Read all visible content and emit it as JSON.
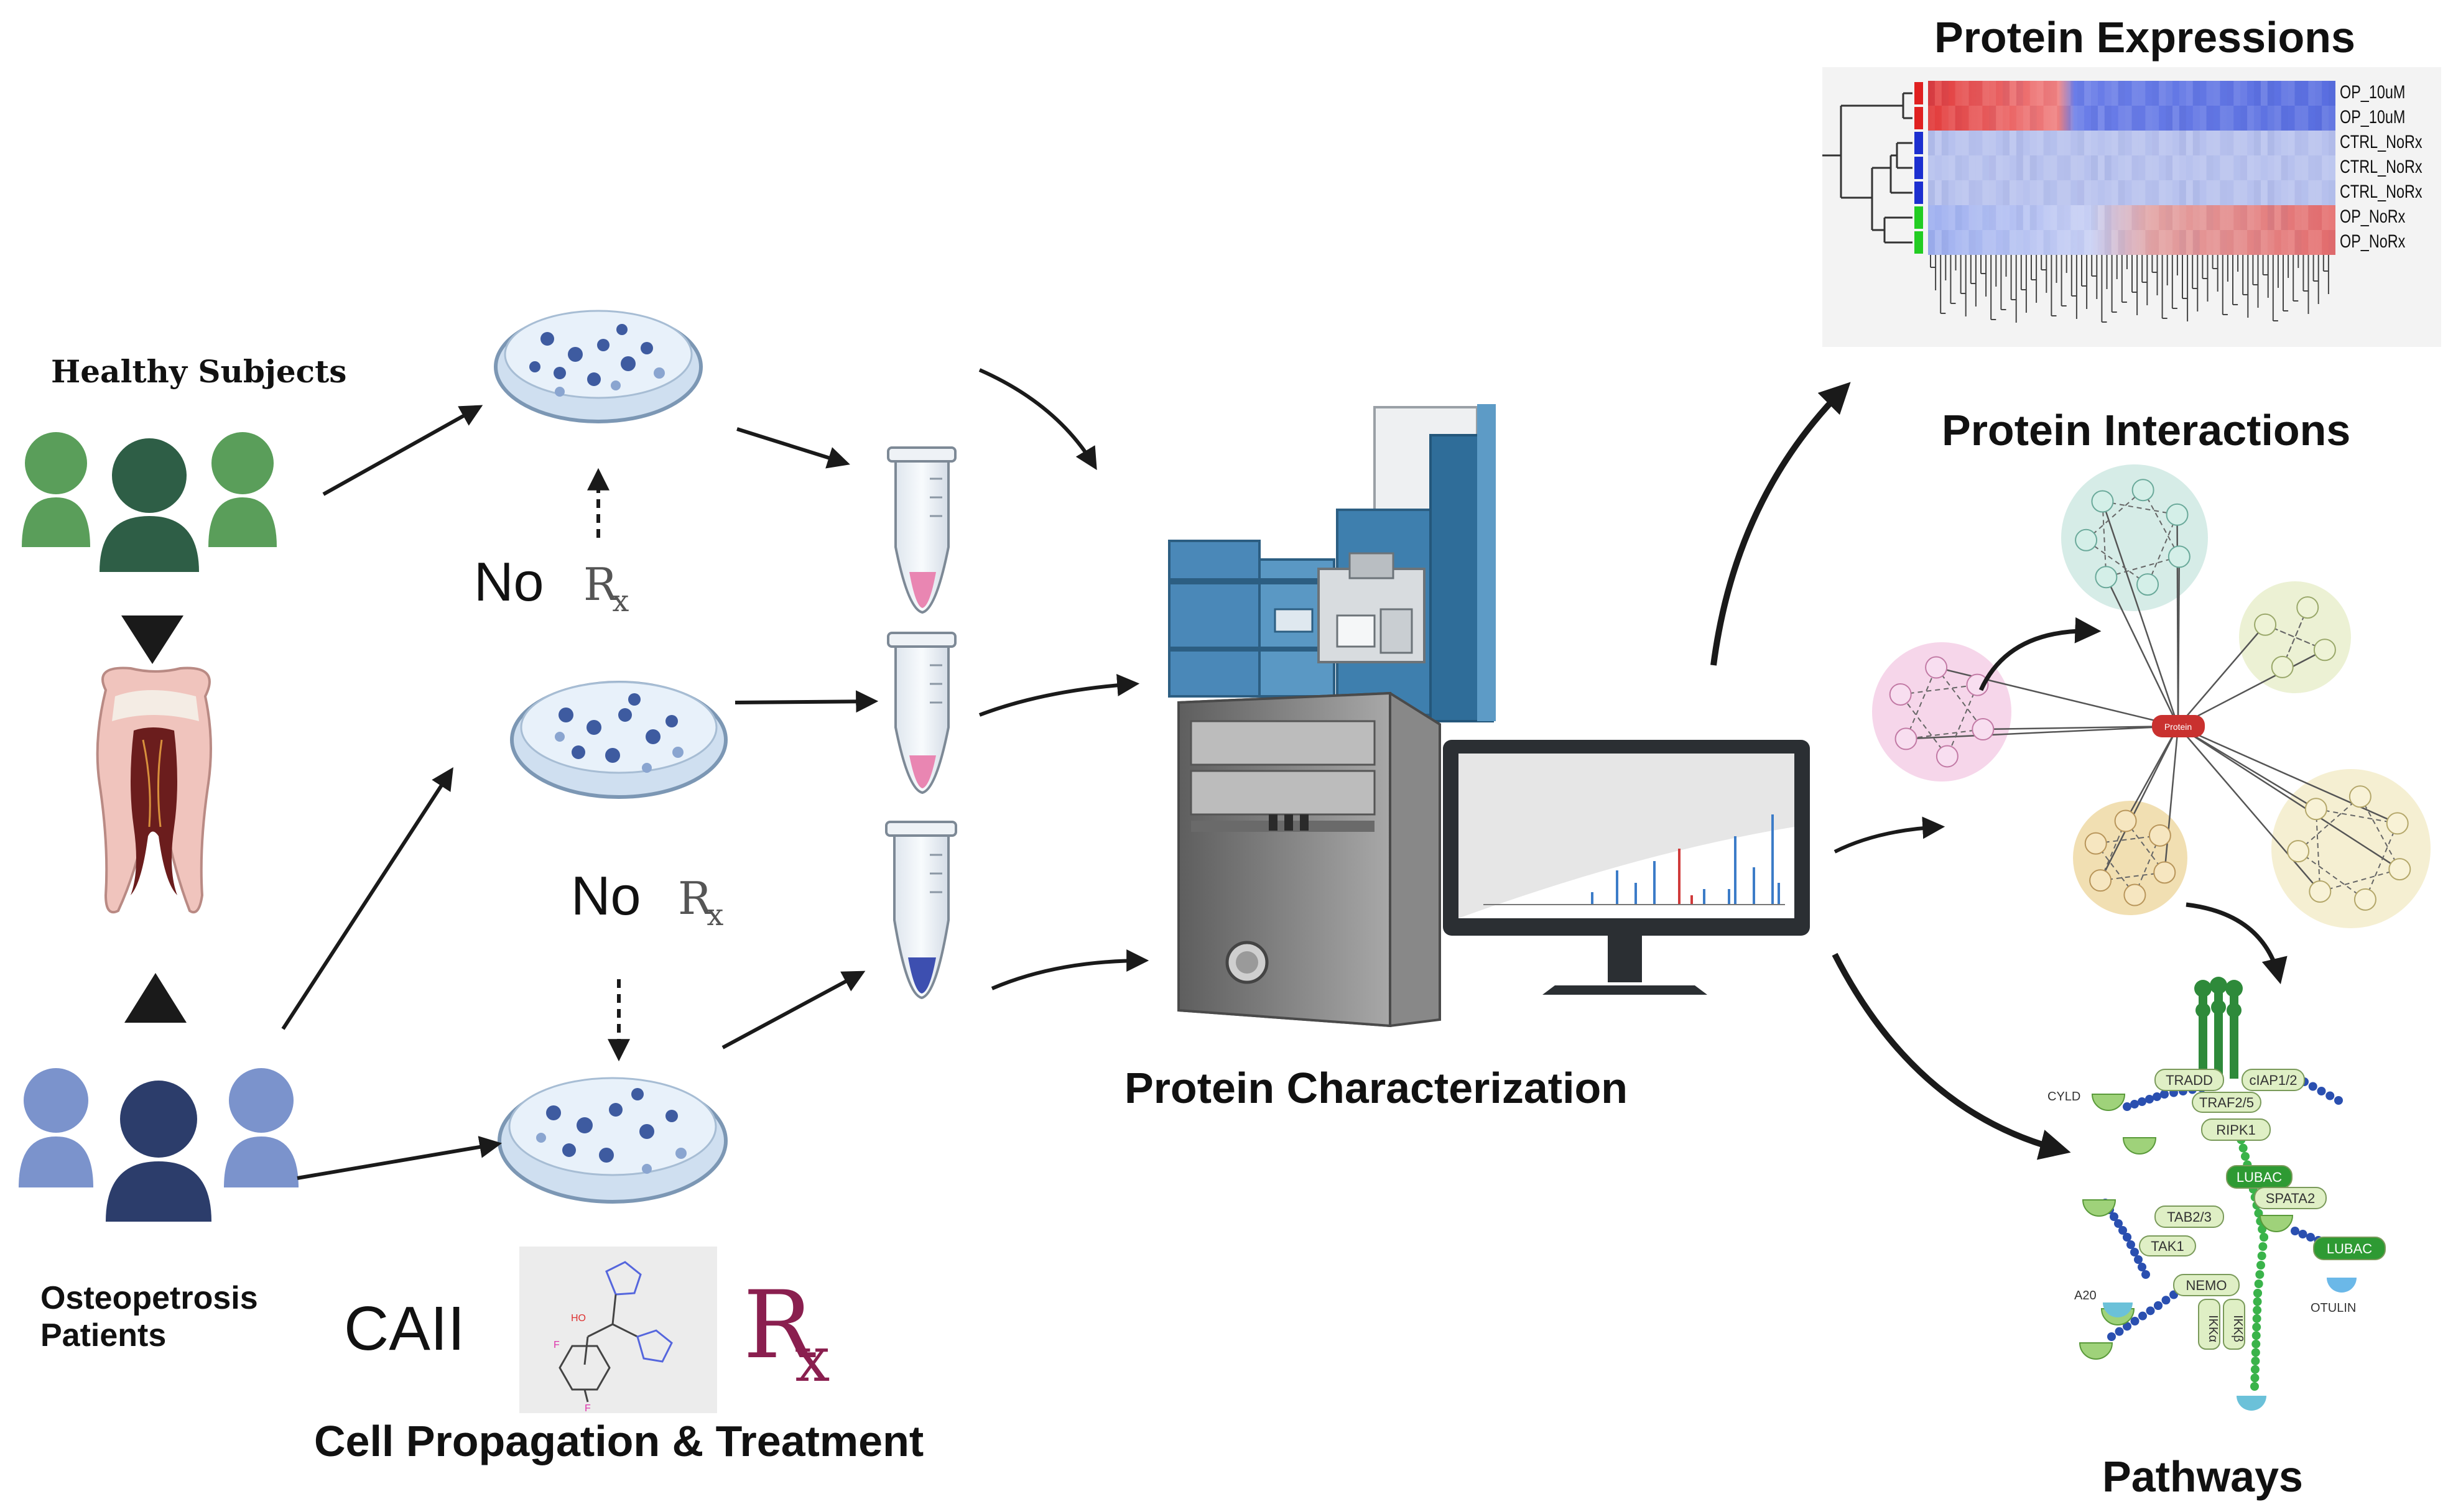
{
  "labels": {
    "healthy": "Healthy Subjects",
    "osteopetrosis": "Osteopetrosis\nPatients",
    "no_rx_1": "No",
    "no_rx_2": "No",
    "rx_symbol": "R",
    "rx_sub": "x",
    "caii": "CAII",
    "cell_propagation": "Cell Propagation & Treatment",
    "protein_characterization": "Protein Characterization",
    "protein_expressions": "Protein Expressions",
    "protein_interactions": "Protein Interactions",
    "pathways": "Pathways",
    "hub_protein": "Protein"
  },
  "heatmap": {
    "samples": [
      "OP_10uM",
      "OP_10uM",
      "CTRL_NoRx",
      "CTRL_NoRx",
      "CTRL_NoRx",
      "OP_NoRx",
      "OP_NoRx"
    ],
    "group_colors": [
      "#e02020",
      "#e02020",
      "#1c2fd0",
      "#1c2fd0",
      "#1c2fd0",
      "#22cc22",
      "#22cc22"
    ]
  },
  "pathway": {
    "nodes": [
      "CYLD",
      "TRADD",
      "cIAP1/2",
      "TRAF2/5",
      "RIPK1",
      "LUBAC",
      "SPATA2",
      "TAB2/3",
      "TAK1",
      "LUBAC",
      "NEMO",
      "A20",
      "OTULIN",
      "IKKα",
      "IKKβ"
    ]
  },
  "colors": {
    "healthy_people": "#5a9e5a",
    "healthy_center": "#2e5e46",
    "patient_people": "#7b93cc",
    "patient_center": "#2c3d6b",
    "rx_color": "#8a1f4f",
    "arrow": "#1a1a1a"
  }
}
